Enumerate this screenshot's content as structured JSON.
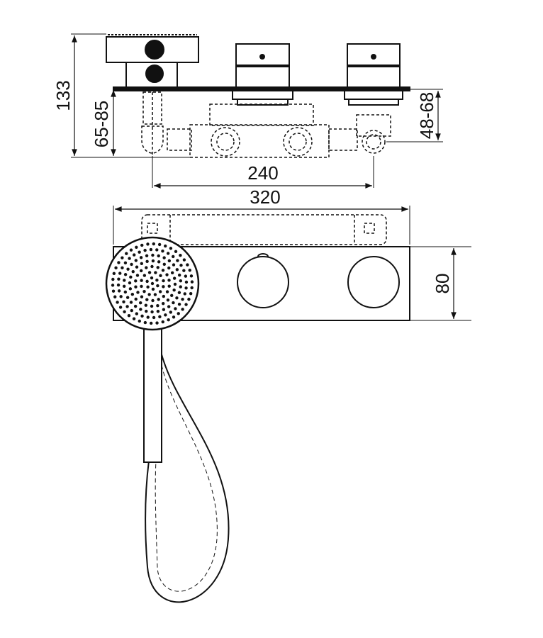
{
  "dimensions": {
    "height_total": "133",
    "depth_left": "65-85",
    "depth_right": "48-68",
    "outlet_spacing": "240",
    "plate_width": "320",
    "plate_height": "80"
  },
  "colors": {
    "line": "#111111",
    "background": "#ffffff"
  }
}
